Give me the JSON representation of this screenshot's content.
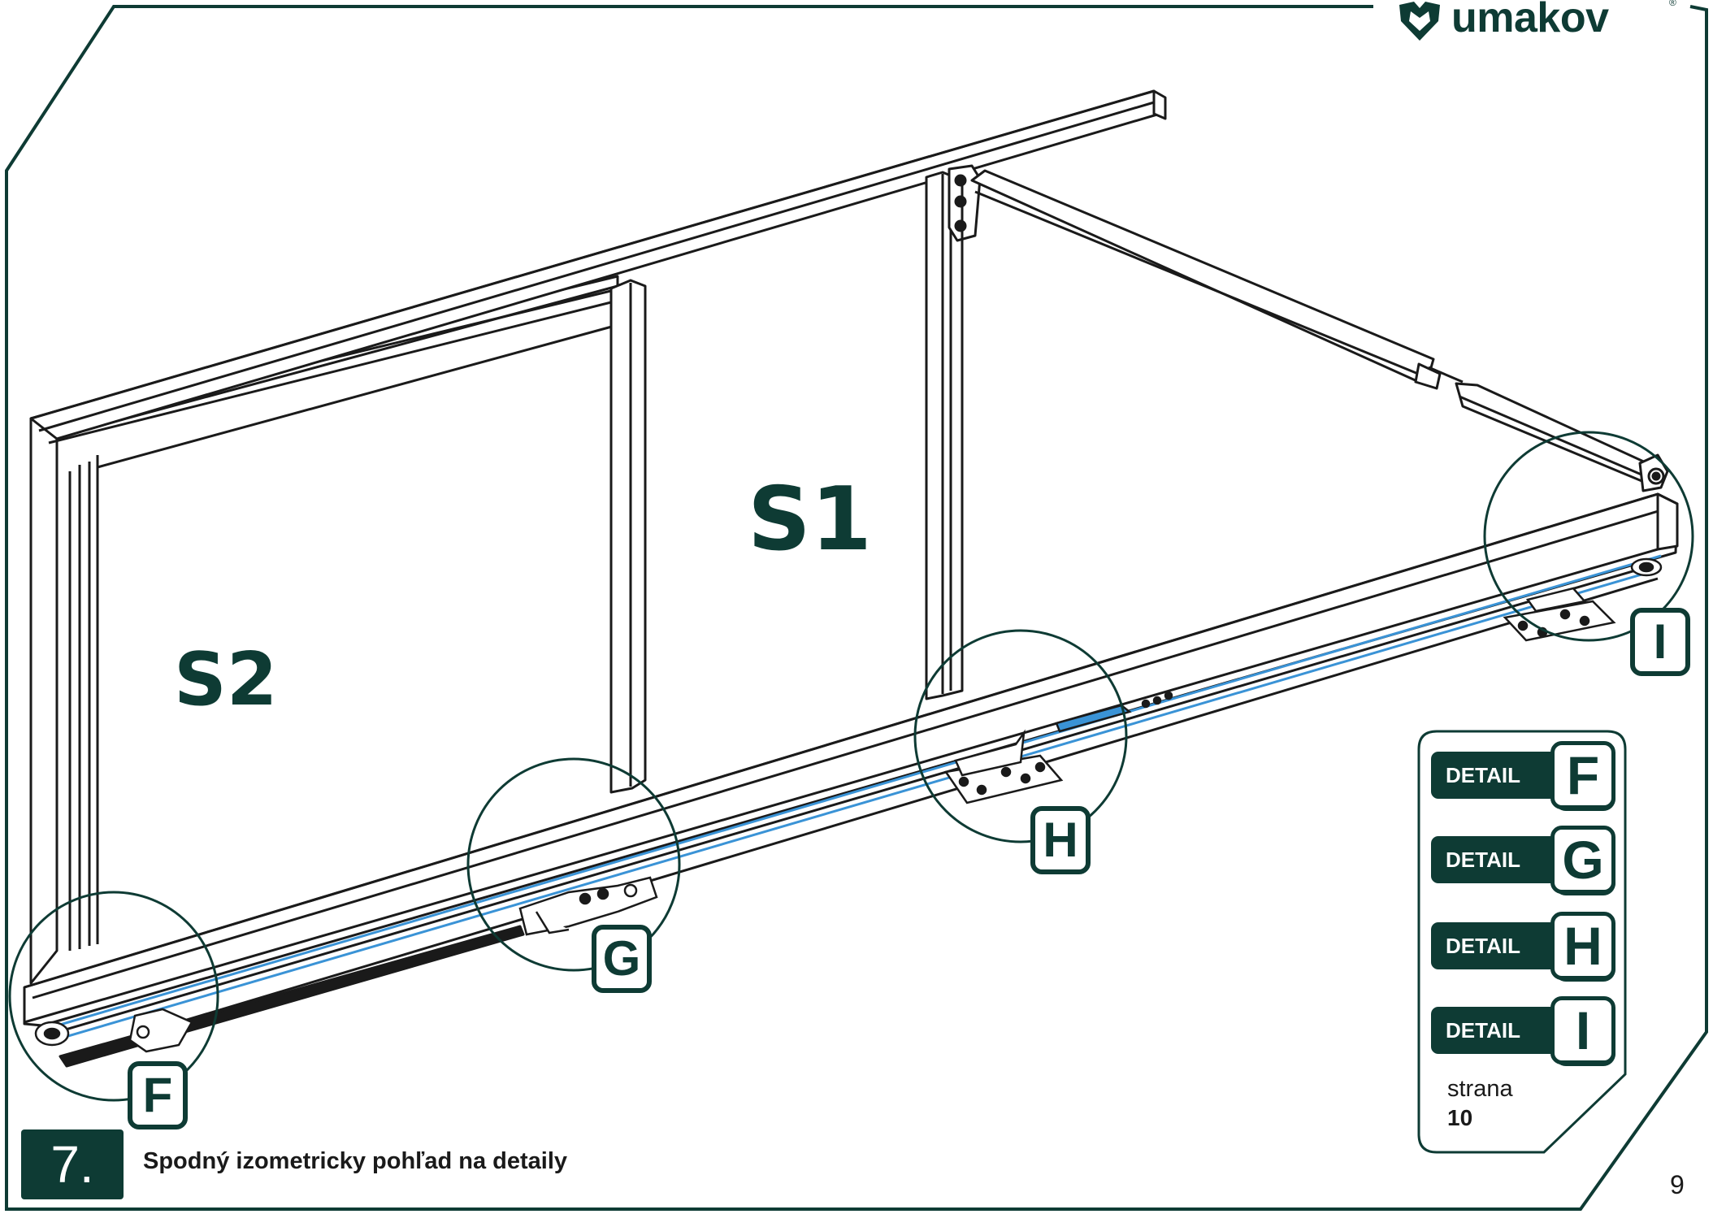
{
  "brand": {
    "name": "umakov",
    "reg": "®",
    "logo_icon": "umakov-shield-logo",
    "color": "#0e3b34"
  },
  "drawing": {
    "panel_labels": {
      "s1": "S1",
      "s2": "S2"
    },
    "callouts": {
      "f": "F",
      "g": "G",
      "h": "H",
      "i": "I"
    },
    "line_color": "#1a1a1a",
    "guide_color": "#3a93d6"
  },
  "detail_panel": {
    "items": [
      {
        "label": "DETAIL",
        "letter": "F"
      },
      {
        "label": "DETAIL",
        "letter": "G"
      },
      {
        "label": "DETAIL",
        "letter": "H"
      },
      {
        "label": "DETAIL",
        "letter": "I"
      }
    ],
    "page_ref_label": "strana",
    "page_ref_number": "10"
  },
  "step": {
    "number": "7.",
    "caption": "Spodný izometricky pohľad na detaily"
  },
  "page_number": "9"
}
